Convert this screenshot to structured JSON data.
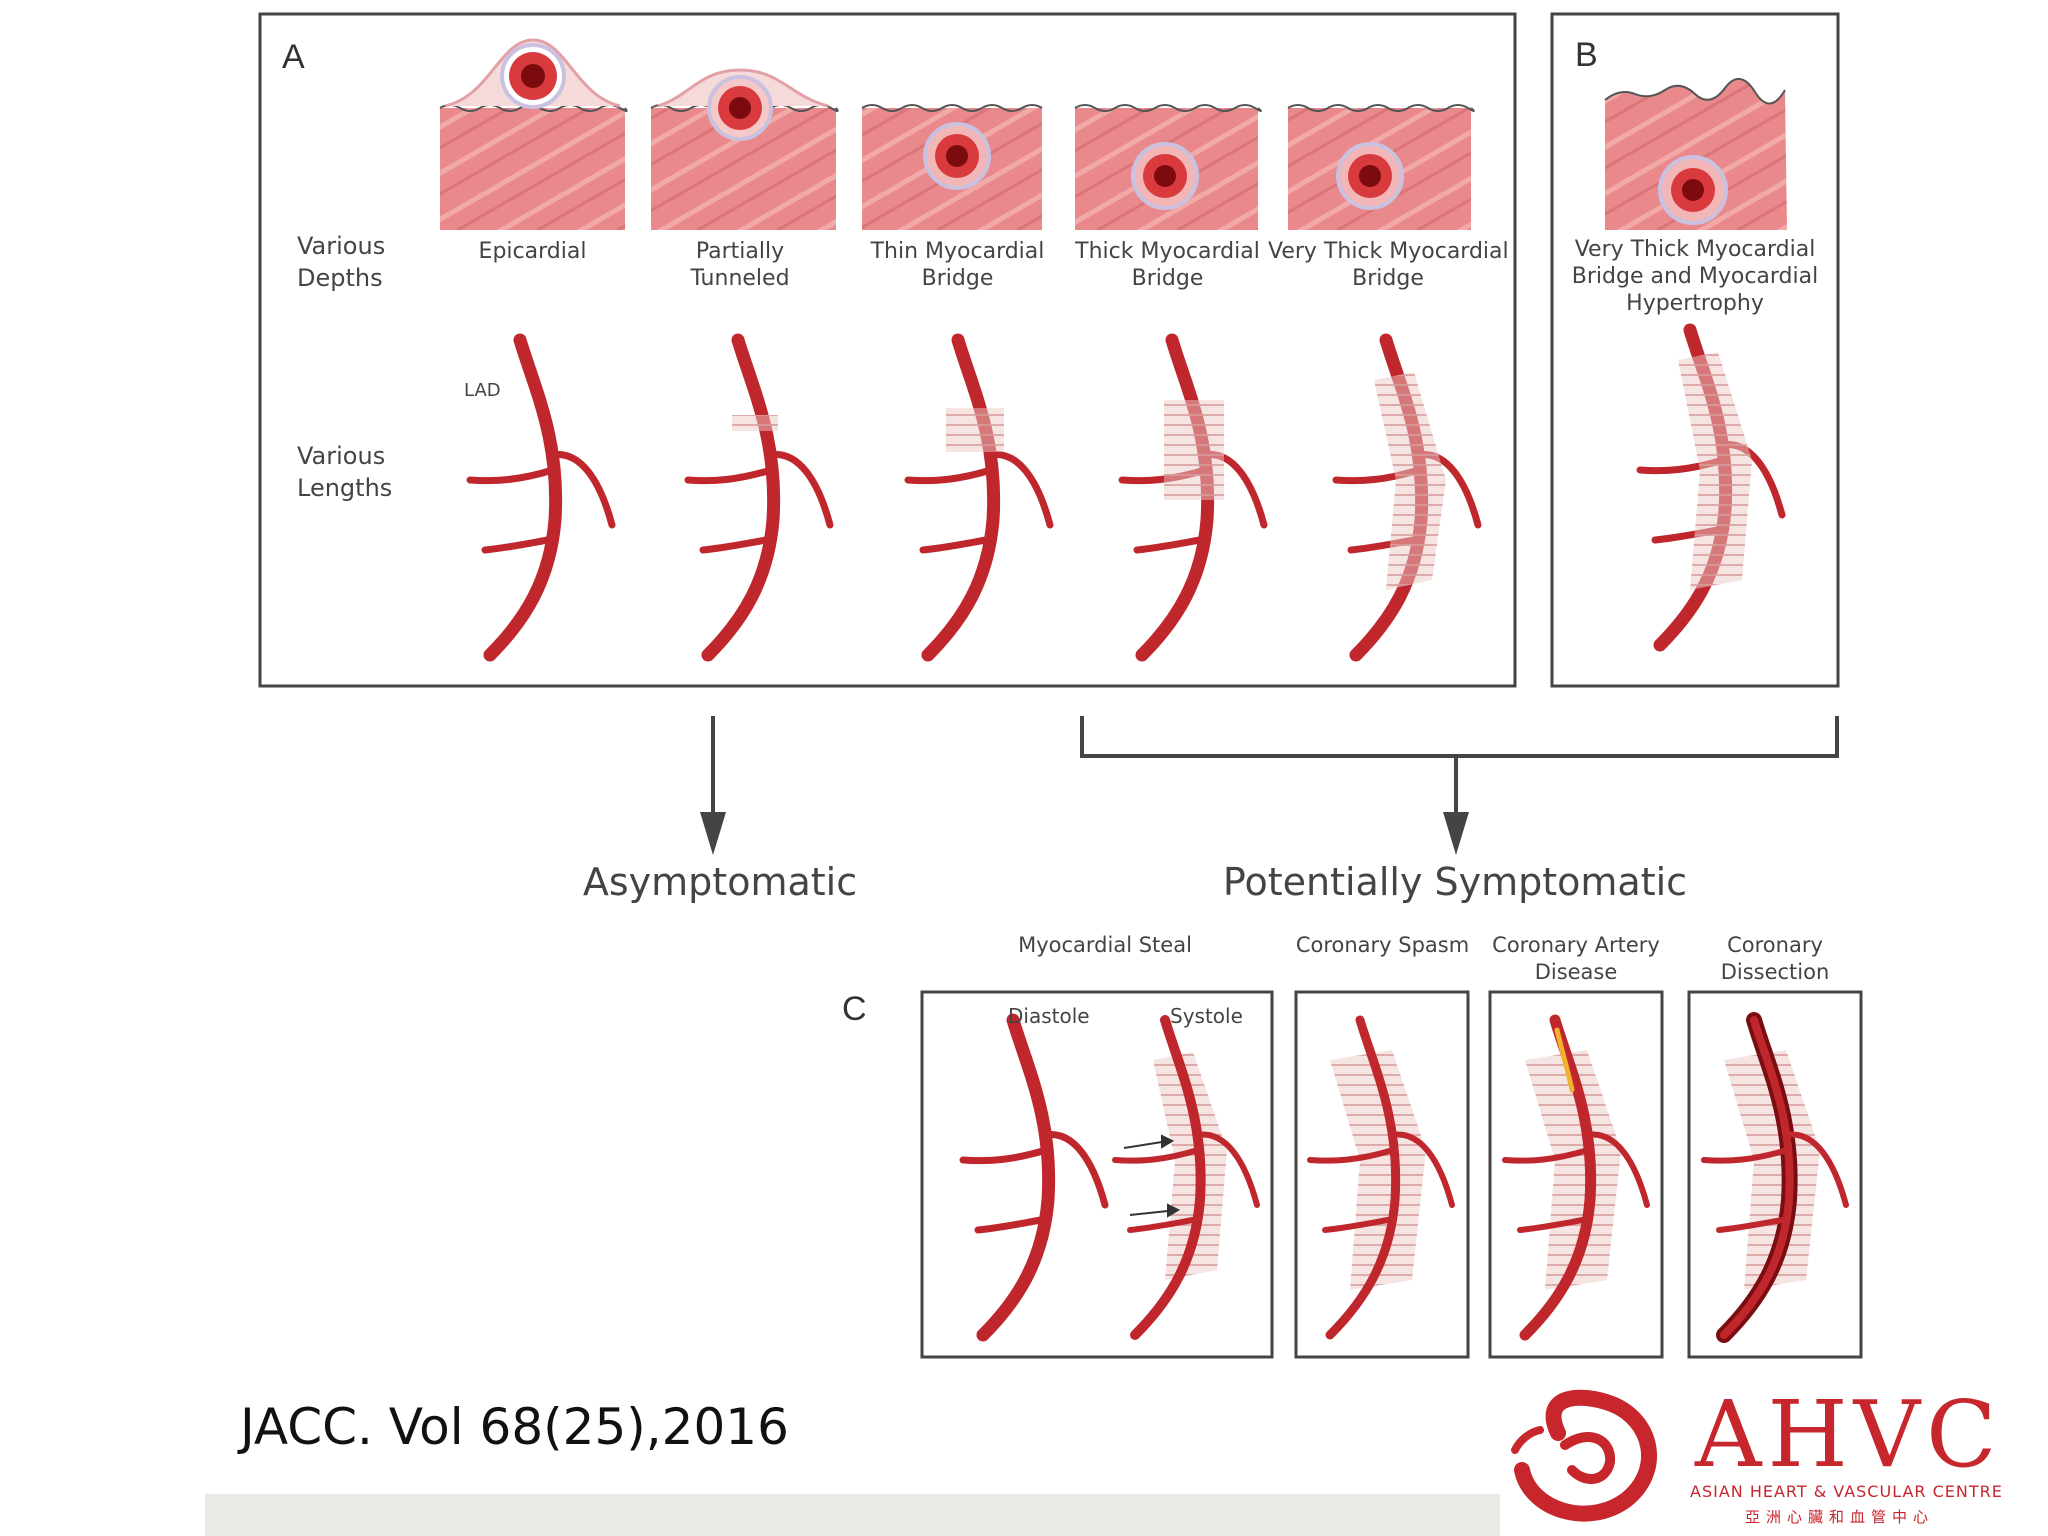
{
  "panels": {
    "a": "A",
    "b": "B",
    "c": "C"
  },
  "row_labels": {
    "depths": "Various\nDepths",
    "lengths": "Various\nLengths"
  },
  "depth_labels": [
    "Epicardial",
    "Partially\nTunneled",
    "Thin Myocardial\nBridge",
    "Thick Myocardial\nBridge",
    "Very Thick Myocardial\nBridge"
  ],
  "panel_b_label": "Very Thick Myocardial\nBridge and Myocardial\nHypertrophy",
  "artery_label": "LAD",
  "outcomes": {
    "asymptomatic": "Asymptomatic",
    "symptomatic": "Potentially Symptomatic"
  },
  "symptom_labels": [
    "Myocardial Steal",
    "Coronary Spasm",
    "Coronary Artery\nDisease",
    "Coronary\nDissection"
  ],
  "phase_labels": {
    "diastole": "Diastole",
    "systole": "Systole"
  },
  "citation": "JACC. Vol 68(25),2016",
  "logo": {
    "name": "AHVC",
    "subtitle": "ASIAN HEART & VASCULAR CENTRE",
    "chinese": "亞洲心臟和血管中心"
  },
  "colors": {
    "artery": "#c0272d",
    "muscle": "#e8868a",
    "bridge_fiber": "#eac4c2",
    "frame": "#444444",
    "brand": "#c6262c"
  }
}
